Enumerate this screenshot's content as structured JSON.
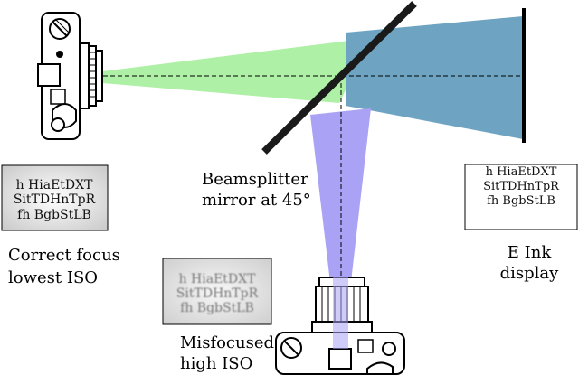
{
  "labels": {
    "beamsplitter_line1": "Beamsplitter",
    "beamsplitter_line2": "mirror at 45°",
    "correct_line1": "Correct focus",
    "correct_line2": "lowest ISO",
    "misfocused_line1": "Misfocused",
    "misfocused_line2": "high ISO",
    "eink_line1": "E Ink",
    "eink_line2": "display"
  },
  "sample_text": {
    "line1": "h HiaEtDXT",
    "line2": "SitTDHnTpR",
    "line3": "fh BgbStLB"
  },
  "colors": {
    "green_beam": "#aef0a6",
    "blue_beam": "#6ea4c2",
    "purple_beam": "#a9a2f5",
    "mirror": "#1a1a1a"
  }
}
